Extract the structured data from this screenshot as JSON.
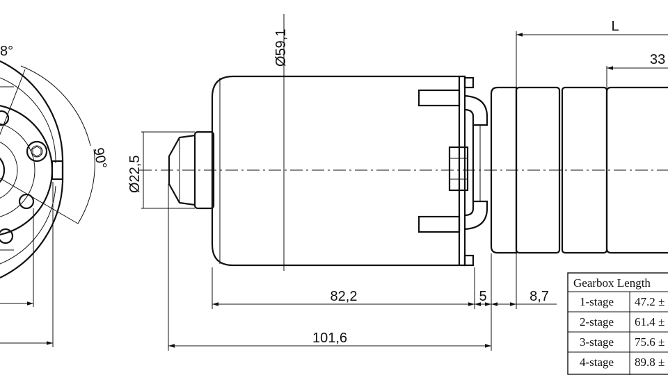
{
  "dimensions": {
    "angle_top": "8°",
    "angle_right": "90°",
    "motor_diameter": "Ø59,1",
    "shaft_diameter": "Ø22,5",
    "motor_length": "82,2",
    "gap_5": "5",
    "gap_87": "8,7",
    "total_length": "101,6",
    "gearbox_L": "L",
    "gearbox_33": "33"
  },
  "gearbox_table": {
    "header": "Gearbox Length",
    "rows": [
      {
        "stage": "1-stage",
        "length": "47.2 ±"
      },
      {
        "stage": "2-stage",
        "length": "61.4 ±"
      },
      {
        "stage": "3-stage",
        "length": "75.6 ±"
      },
      {
        "stage": "4-stage",
        "length": "89.8 ±"
      }
    ]
  }
}
